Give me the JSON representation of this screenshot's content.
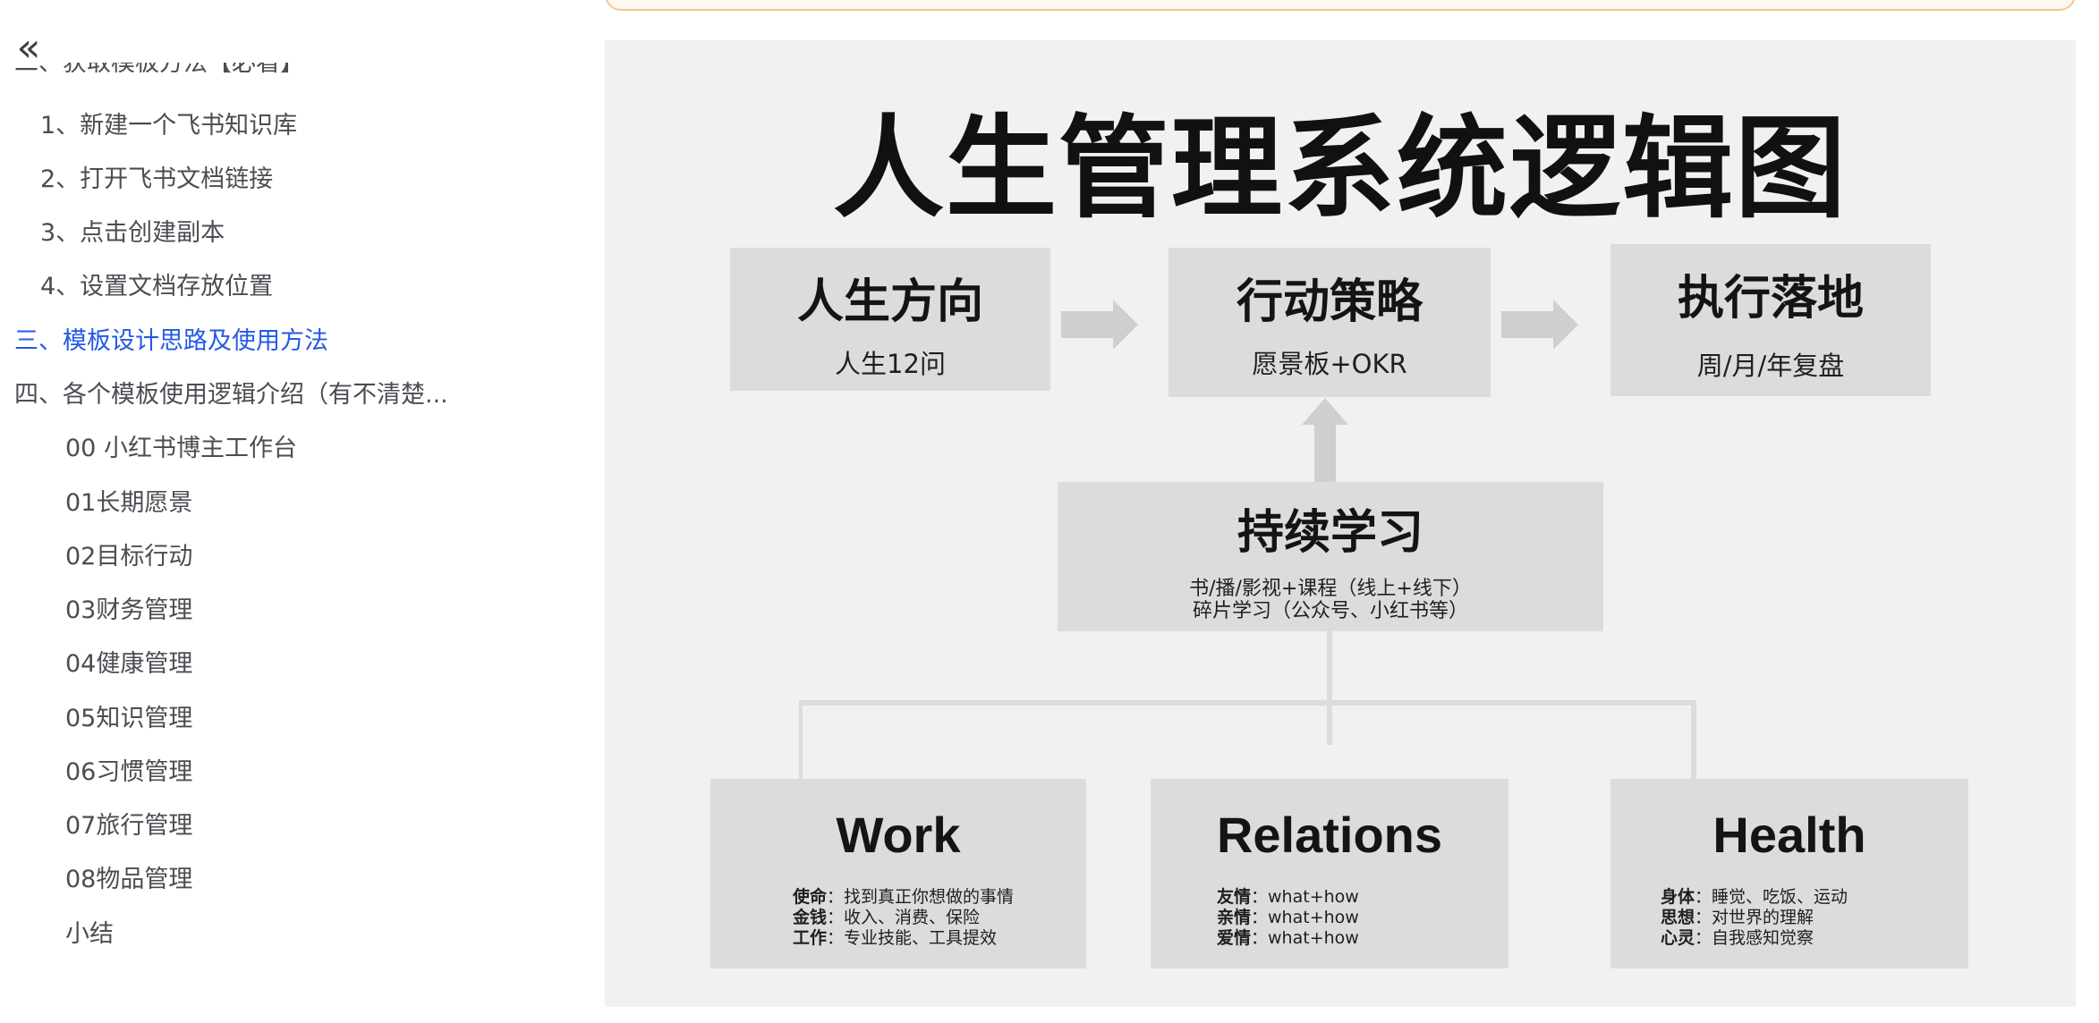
{
  "sidebar": {
    "collapse_glyph": "«",
    "clipped_item": "二、获取模板方法【必看】",
    "items": [
      {
        "label": "1、新建一个飞书知识库"
      },
      {
        "label": "2、打开飞书文档链接"
      },
      {
        "label": "3、点击创建副本"
      },
      {
        "label": "4、设置文档存放位置"
      },
      {
        "label": "三、模板设计思路及使用方法"
      },
      {
        "label": "四、各个模板使用逻辑介绍（有不清楚..."
      },
      {
        "label": "00 小红书博主工作台"
      },
      {
        "label": "01长期愿景"
      },
      {
        "label": "02目标行动"
      },
      {
        "label": "03财务管理"
      },
      {
        "label": "04健康管理"
      },
      {
        "label": "05知识管理"
      },
      {
        "label": "06习惯管理"
      },
      {
        "label": "07旅行管理"
      },
      {
        "label": "08物品管理"
      },
      {
        "label": "小结"
      }
    ],
    "active_index": 4,
    "active_color": "#2459e6"
  },
  "diagram": {
    "title": "人生管理系统逻辑图",
    "top_boxes": [
      {
        "title": "人生方向",
        "subtitle": "人生12问"
      },
      {
        "title": "行动策略",
        "subtitle": "愿景板+OKR"
      },
      {
        "title": "执行落地",
        "subtitle": "周/月/年复盘"
      }
    ],
    "middle_box": {
      "title": "持续学习",
      "line1": "书/播/影视+课程（线上+线下）",
      "line2": "碎片学习（公众号、小红书等）"
    },
    "bottom_boxes": [
      {
        "title": "Work",
        "rows": [
          {
            "key": "使命",
            "value": "：找到真正你想做的事情"
          },
          {
            "key": "金钱",
            "value": "：收入、消费、保险"
          },
          {
            "key": "工作",
            "value": "：专业技能、工具提效"
          }
        ]
      },
      {
        "title": "Relations",
        "rows": [
          {
            "key": "友情",
            "value": "：what+how"
          },
          {
            "key": "亲情",
            "value": "：what+how"
          },
          {
            "key": "爱情",
            "value": "：what+how"
          }
        ]
      },
      {
        "title": "Health",
        "rows": [
          {
            "key": "身体",
            "value": "：睡觉、吃饭、运动"
          },
          {
            "key": "思想",
            "value": "：对世界的理解"
          },
          {
            "key": "心灵",
            "value": "：自我感知觉察"
          }
        ]
      }
    ],
    "colors": {
      "box": "#dcdcdd",
      "background": "#f1f1f1",
      "arrow": "#cfcfd0"
    }
  }
}
